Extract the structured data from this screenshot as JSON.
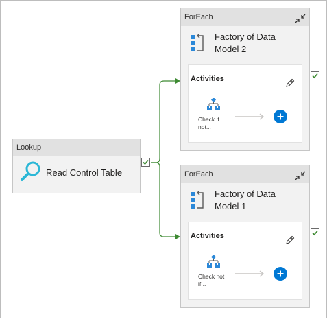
{
  "lookup": {
    "type_label": "Lookup",
    "name": "Read Control Table"
  },
  "foreach_nodes": [
    {
      "type_label": "ForEach",
      "name_line1": "Factory of Data",
      "name_line2": "Model 2",
      "activities_label": "Activities",
      "sub_activity_line1": "Check if",
      "sub_activity_line2": "not..."
    },
    {
      "type_label": "ForEach",
      "name_line1": "Factory of Data",
      "name_line2": "Model 1",
      "activities_label": "Activities",
      "sub_activity_line1": "Check not",
      "sub_activity_line2": "if..."
    }
  ],
  "colors": {
    "success_connector": "#3e8a33",
    "add_button": "#0078d4",
    "activity_icon": "#2b88d8",
    "lookup_icon": "#2bb7d6"
  },
  "icons": {
    "lookup": "search-icon",
    "foreach": "foreach-icon",
    "collapse": "collapse-icon",
    "edit": "pencil-icon",
    "sub_activity": "if-condition-icon",
    "add": "plus-icon",
    "success": "checkmark-icon"
  }
}
